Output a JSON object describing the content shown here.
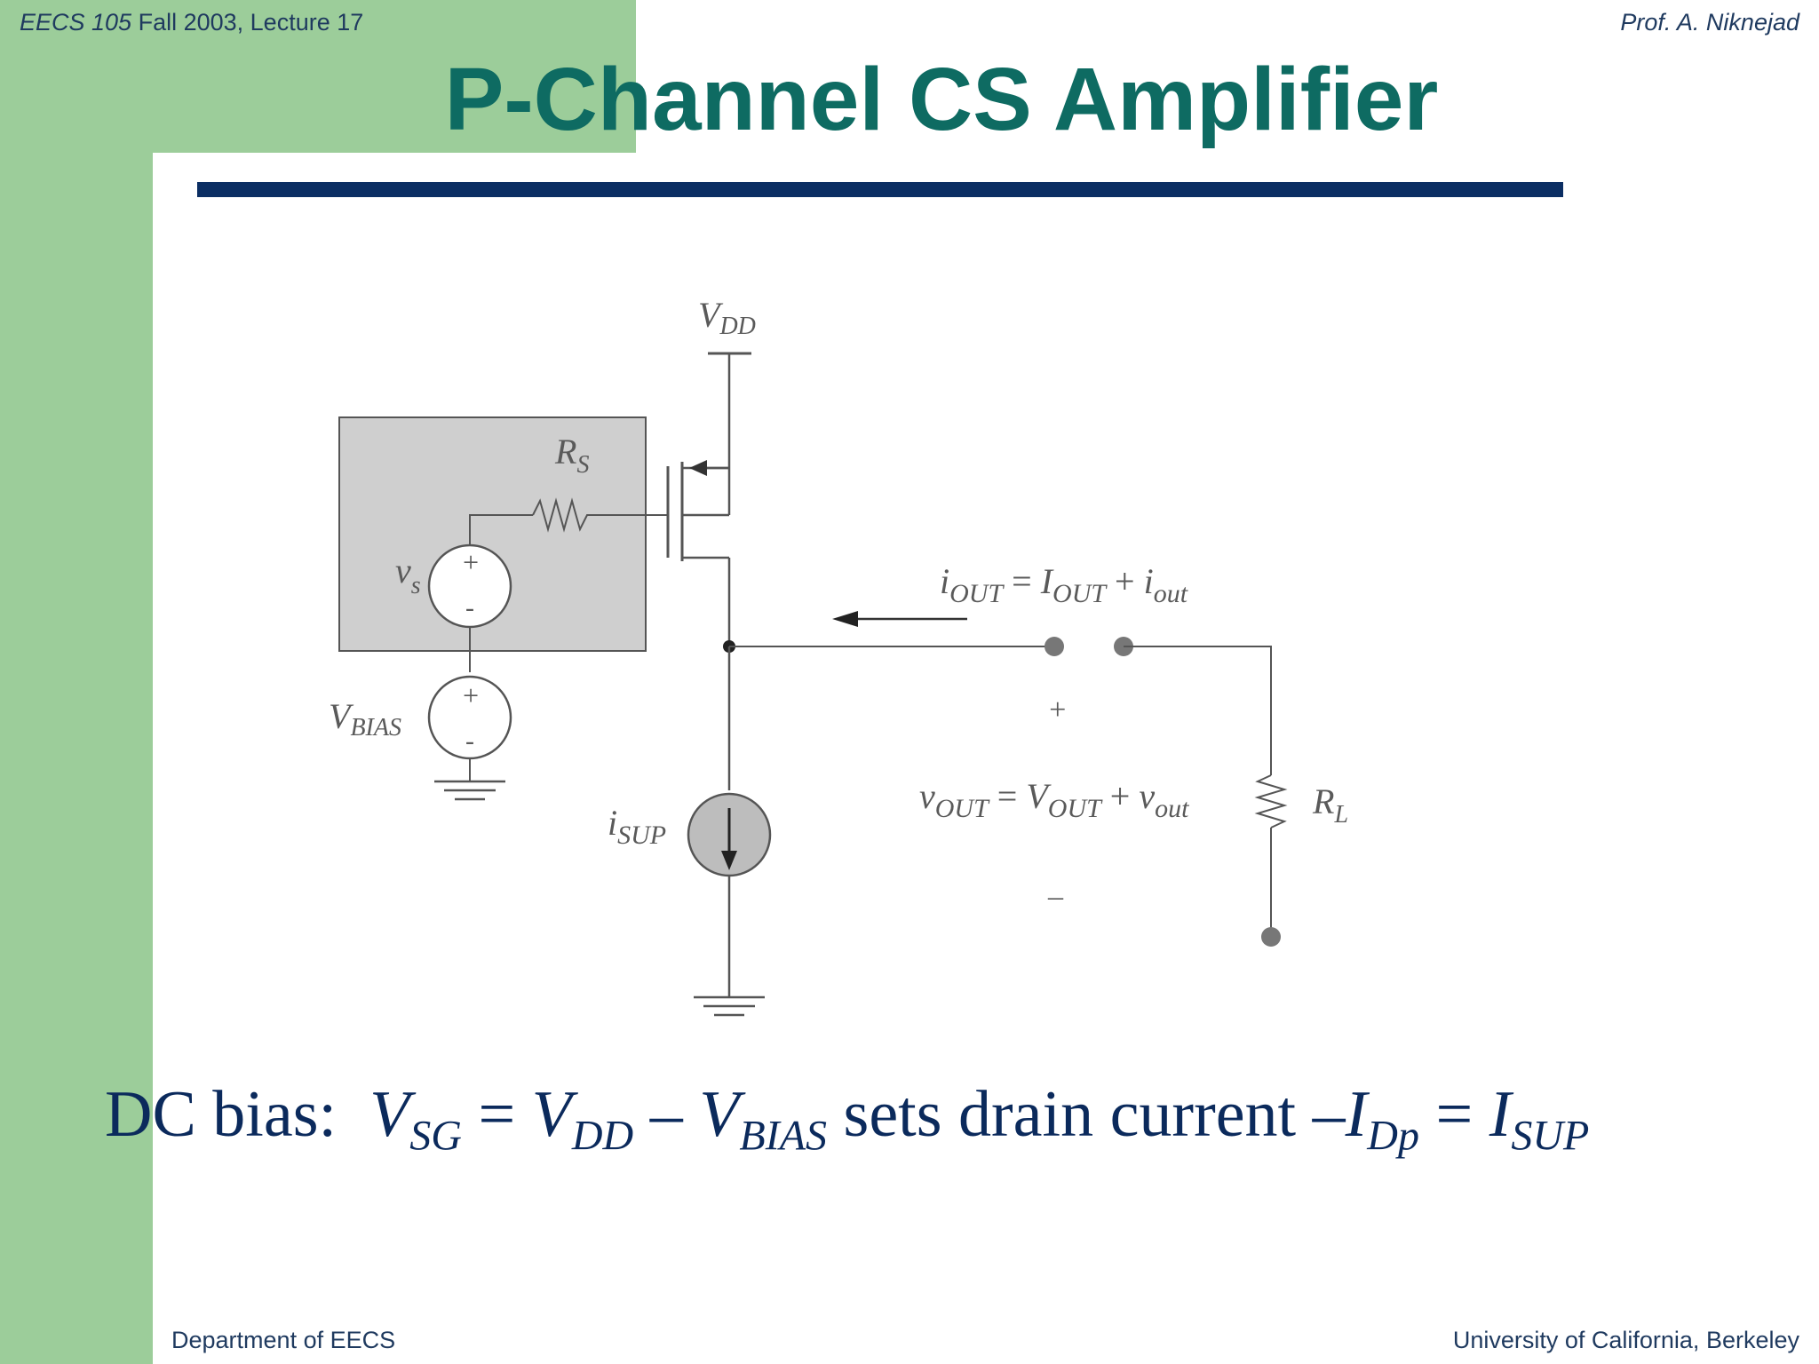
{
  "header": {
    "course": "EECS 105",
    "term": "Fall 2003, Lecture 17",
    "author": "Prof. A. Niknejad"
  },
  "slide": {
    "title": "P-Channel CS Amplifier"
  },
  "circuit": {
    "vdd_main": "V",
    "vdd_sub": "DD",
    "rs_main": "R",
    "rs_sub": "S",
    "vs_main": "v",
    "vs_sub": "s",
    "vbias_main": "V",
    "vbias_sub": "BIAS",
    "isup_main": "i",
    "isup_sub": "SUP",
    "rl_main": "R",
    "rl_sub": "L",
    "iout_label": {
      "a": "i",
      "a_sub": "OUT",
      "eq": " = ",
      "b": "I",
      "b_sub": "OUT",
      "plus": " + ",
      "c": "i",
      "c_sub": "out"
    },
    "vout_label": {
      "a": "v",
      "a_sub": "OUT",
      "eq": " = ",
      "b": "V",
      "b_sub": "OUT",
      "plus": " + ",
      "c": "v",
      "c_sub": "out"
    },
    "plus_sign": "+",
    "minus_sign": "–",
    "src_plus": "+",
    "src_minus": "-"
  },
  "equation": {
    "prefix": "DC bias:",
    "vsg": "V",
    "vsg_sub": "SG",
    "eq1": " = ",
    "vdd": "V",
    "vdd_sub": "DD",
    "minus": " – ",
    "vbias": "V",
    "vbias_sub": "BIAS",
    "mid": " sets drain current –",
    "id": "I",
    "id_sub": "Dp",
    "eq2": " = ",
    "isup": "I",
    "isup_sub": "SUP"
  },
  "footer": {
    "department": "Department of EECS",
    "university": "University of California, Berkeley"
  }
}
